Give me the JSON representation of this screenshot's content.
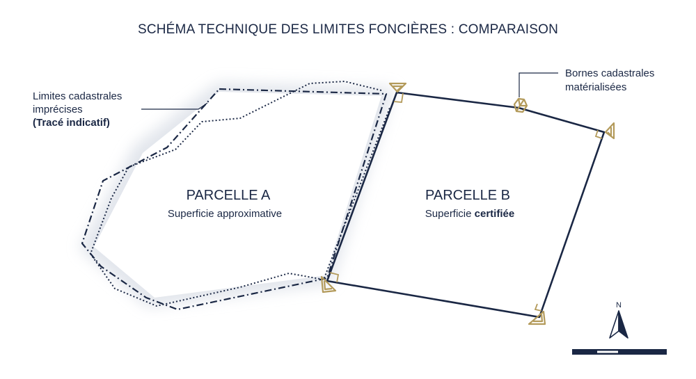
{
  "diagram": {
    "title": "SCHÉMA TECHNIQUE DES LIMITES FONCIÈRES : COMPARAISON",
    "parcel_a": {
      "name": "PARCELLE A",
      "subtitle": "Superficie approximative"
    },
    "parcel_b": {
      "name": "PARCELLE B",
      "subtitle_prefix": "Superficie ",
      "subtitle_bold": "certifiée"
    },
    "callout_left": {
      "line1": "Limites cadastrales",
      "line2": "imprécises",
      "line3": "(Tracé indicatif)"
    },
    "callout_right": {
      "line1": "Bornes cadastrales",
      "line2": "matérialisées"
    },
    "north_label": "N",
    "colors": {
      "navy": "#1a2744",
      "gold": "#b39a5a",
      "glow": "#dfe3ea"
    }
  }
}
